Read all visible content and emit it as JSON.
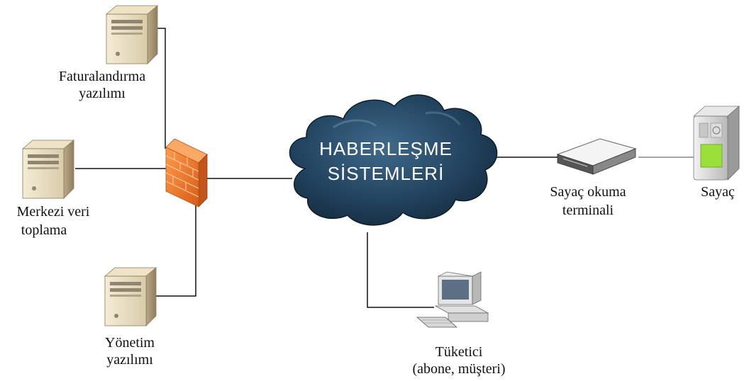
{
  "cloud": {
    "line1": "HABERLEŞME",
    "line2": "SİSTEMLERİ"
  },
  "servers": {
    "billing": {
      "line1": "Faturalandırma",
      "line2": "yazılımı"
    },
    "collection": {
      "line1": "Merkezi veri",
      "line2": "toplama"
    },
    "management": {
      "line1": "Yönetim",
      "line2": "yazılımı"
    }
  },
  "terminal": {
    "line1": "Sayaç okuma",
    "line2": "terminali"
  },
  "meter": {
    "label": "Sayaç"
  },
  "consumer": {
    "line1": "Tüketici",
    "line2": "(abone, müşteri)"
  },
  "colors": {
    "cloud": "#1f3a52",
    "firewall": "#f07a30",
    "line": "#111111",
    "meter_screen": "#9be03a"
  },
  "icons": [
    "server-icon",
    "firewall-icon",
    "cloud-icon",
    "terminal-device-icon",
    "meter-icon",
    "computer-icon"
  ]
}
